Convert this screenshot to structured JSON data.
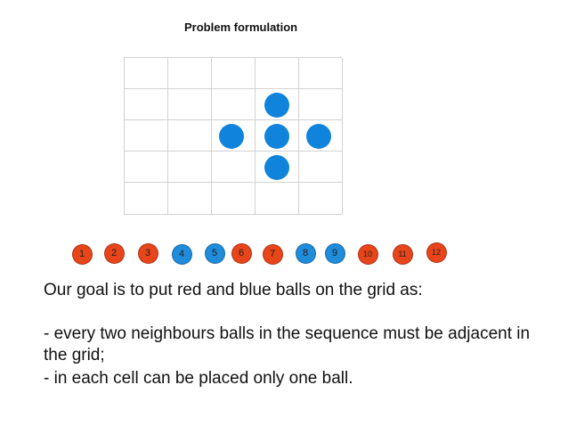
{
  "title": "Problem formulation",
  "ball_colors": {
    "red": "#e8451b",
    "blue": "#1f8cdc",
    "grid_ball": "#1084dc"
  },
  "grid": {
    "rows": 5,
    "cols": 5,
    "balls": [
      {
        "row": 1,
        "col": 3
      },
      {
        "row": 2,
        "col": 2
      },
      {
        "row": 2,
        "col": 3
      },
      {
        "row": 2,
        "col": 4
      },
      {
        "row": 3,
        "col": 3
      }
    ]
  },
  "sequence": [
    {
      "number": "1",
      "color": "red"
    },
    {
      "number": "2",
      "color": "red"
    },
    {
      "number": "3",
      "color": "red"
    },
    {
      "number": "4",
      "color": "blue"
    },
    {
      "number": "5",
      "color": "blue"
    },
    {
      "number": "6",
      "color": "red"
    },
    {
      "number": "7",
      "color": "red"
    },
    {
      "number": "8",
      "color": "blue"
    },
    {
      "number": "9",
      "color": "blue"
    },
    {
      "number": "10",
      "color": "red"
    },
    {
      "number": "11",
      "color": "red"
    },
    {
      "number": "12",
      "color": "red"
    }
  ],
  "text": {
    "goal": "Our goal is to put red and blue balls on the grid as:",
    "rule1_line1": "-  every two neighbours balls in the sequence must be adjacent in",
    "rule1_line2": "the grid;",
    "rule2": "-    in each cell can be placed only one ball."
  }
}
